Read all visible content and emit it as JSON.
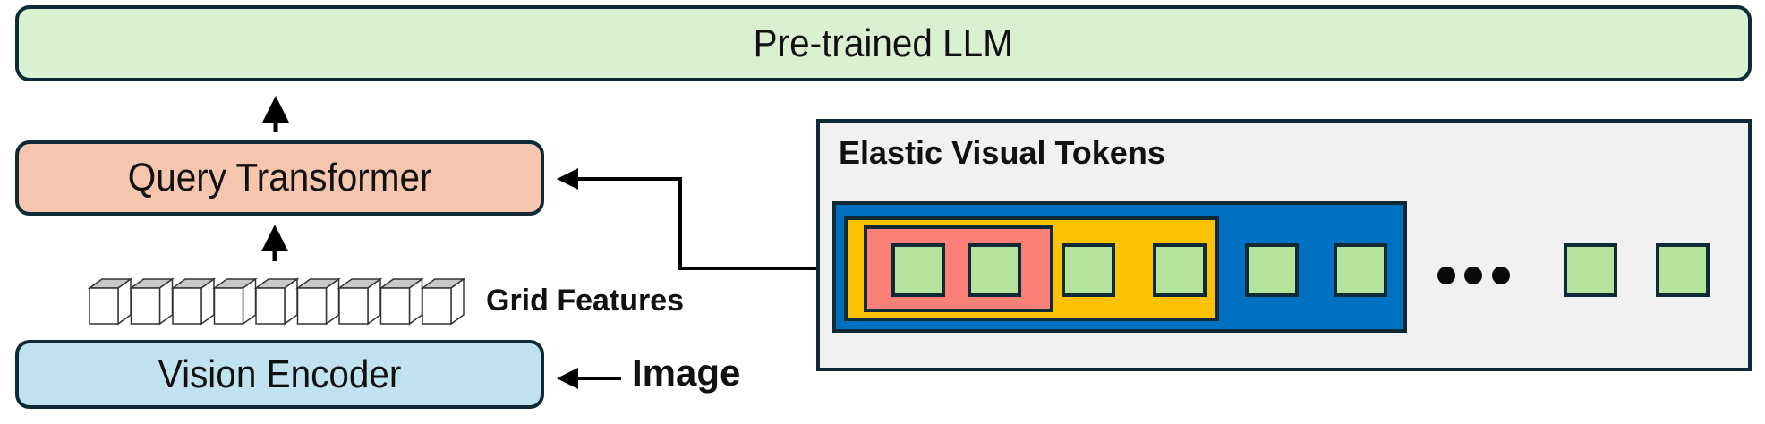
{
  "diagram": {
    "llm_label": "Pre-trained LLM",
    "query_transformer_label": "Query Transformer",
    "vision_encoder_label": "Vision Encoder",
    "grid_features_label": "Grid Features",
    "image_label": "Image",
    "grid_feature_count": 9,
    "elastic_panel": {
      "title": "Elastic Visual Tokens",
      "token_count_visible": 8,
      "ellipsis": "•••",
      "nesting_levels": [
        {
          "name": "level-1",
          "color": "#fb8078",
          "tokens": 2
        },
        {
          "name": "level-2",
          "color": "#fdc300",
          "tokens": 4
        },
        {
          "name": "level-3",
          "color": "#0070c0",
          "tokens": 6
        }
      ]
    },
    "colors": {
      "llm": "#d9f0d1",
      "query_transformer": "#f5c6ad",
      "vision_encoder": "#c0e2f1",
      "panel": "#f1f1f1",
      "token": "#b4e49c",
      "outline": "#0e2a36"
    }
  }
}
